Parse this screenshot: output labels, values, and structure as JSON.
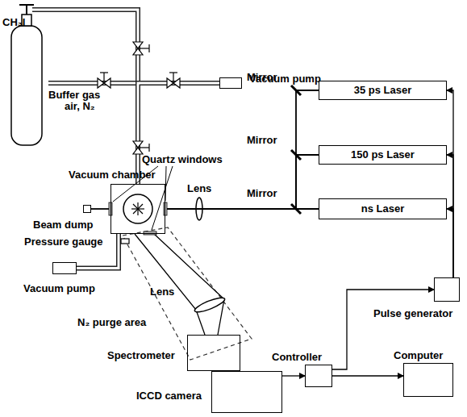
{
  "diagram": {
    "nodes": [
      {
        "text": [
          "35 ps Laser"
        ]
      },
      {
        "text": [
          "150 ps Laser"
        ]
      },
      {
        "text": [
          "ns Laser"
        ]
      },
      {
        "text": [
          "Vacuum pump"
        ]
      },
      {
        "text": [
          "Vacuum pump"
        ]
      },
      {
        "text": [
          "Vacuum chamber"
        ]
      },
      {
        "text": [
          "Beam dump"
        ]
      },
      {
        "text": [
          "Spectrometer"
        ]
      },
      {
        "text": [
          "ICCD camera"
        ]
      },
      {
        "text": [
          "Controller"
        ]
      },
      {
        "text": [
          "Computer"
        ]
      },
      {
        "text": [
          "Pulse generator"
        ]
      }
    ],
    "edges": [
      {
        "from": 11,
        "to": 0,
        "arrow": "to"
      },
      {
        "from": 11,
        "to": 1,
        "arrow": "to"
      },
      {
        "from": 11,
        "to": 2,
        "arrow": "to"
      },
      {
        "from": 9,
        "to": 11,
        "arrow": "to"
      },
      {
        "from": 8,
        "to": 9,
        "arrow": "to"
      },
      {
        "from": 9,
        "to": 10,
        "arrow": "to"
      },
      {
        "from": 0,
        "to": 5,
        "arrow": "none"
      },
      {
        "from": 1,
        "to": 5,
        "arrow": "none"
      },
      {
        "from": 2,
        "to": 5,
        "arrow": "none"
      },
      {
        "from": 5,
        "to": 6,
        "arrow": "none"
      },
      {
        "from": 5,
        "to": 3,
        "arrow": "none"
      },
      {
        "from": 5,
        "to": 4,
        "arrow": "none"
      },
      {
        "from": 5,
        "to": 7,
        "arrow": "none"
      }
    ],
    "labels": [
      "CH₃I",
      "Buffer gas",
      "air, N₂",
      "Quartz windows",
      "Mirror",
      "Mirror",
      "Mirror",
      "Lens",
      "Pressure gauge",
      "Lens",
      "N₂ purge area"
    ]
  }
}
